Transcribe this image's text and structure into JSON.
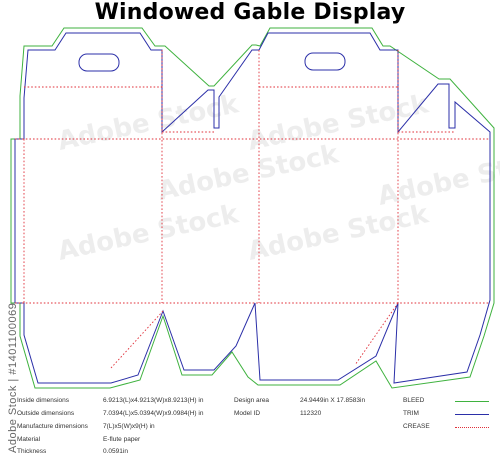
{
  "title": "Windowed Gable Display",
  "specs": [
    {
      "label": "Inside dimensions",
      "value": "6.9213(L)x4.9213(W)x8.9213(H) in"
    },
    {
      "label": "Outside dimensions",
      "value": "7.0394(L)x5.0394(W)x9.0984(H) in"
    },
    {
      "label": "Manufacture dimensions",
      "value": "7(L)x5(W)x9(H) in"
    },
    {
      "label": "Material",
      "value": "E-flute paper"
    },
    {
      "label": "Thickness",
      "value": "0.0591in"
    }
  ],
  "design": [
    {
      "label": "Design area",
      "value": "24.9449in X 17.8583in"
    },
    {
      "label": "Model ID",
      "value": "112320"
    }
  ],
  "legend": [
    {
      "label": "BLEED",
      "color": "#3fb23f",
      "style": "solid"
    },
    {
      "label": "TRIM",
      "color": "#2b2fa8",
      "style": "solid"
    },
    {
      "label": "CREASE",
      "color": "#e0303a",
      "style": "dotted"
    }
  ],
  "watermark": "Adobe Stock",
  "stock_id": "Adobe Stock | #1401100069",
  "colors": {
    "bleed": "#3fb23f",
    "trim": "#2b2fa8",
    "crease": "#e0303a"
  }
}
